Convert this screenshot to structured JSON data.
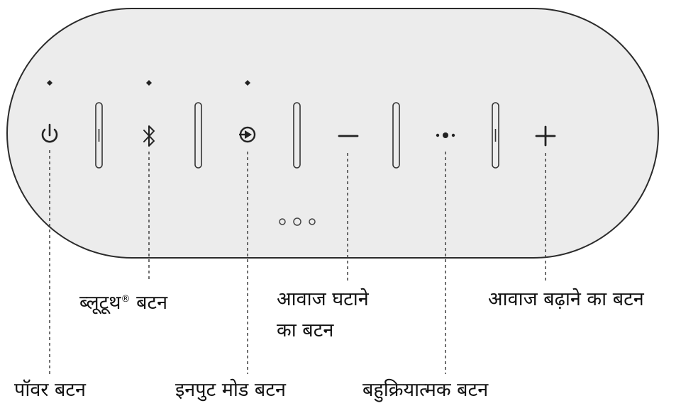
{
  "colors": {
    "panel_fill": "#ececec",
    "outline": "#2b2b2b",
    "text": "#111111"
  },
  "icons": [
    "power-icon",
    "bluetooth-icon",
    "input-mode-icon",
    "volume-down-icon",
    "multifunction-icon",
    "volume-up-icon",
    "indicator-dots"
  ],
  "labels": {
    "power": "पॉवर बटन",
    "bluetooth_main": "ब्लूटूथ",
    "bluetooth_mark": "®",
    "bluetooth_suffix": " बटन",
    "input_mode": "इनपुट मोड बटन",
    "volume_down_line1": "आवाज घटाने",
    "volume_down_line2": "का बटन",
    "multifunction": "बहुक्रियात्मक बटन",
    "volume_up": "आवाज बढ़ाने का बटन"
  }
}
